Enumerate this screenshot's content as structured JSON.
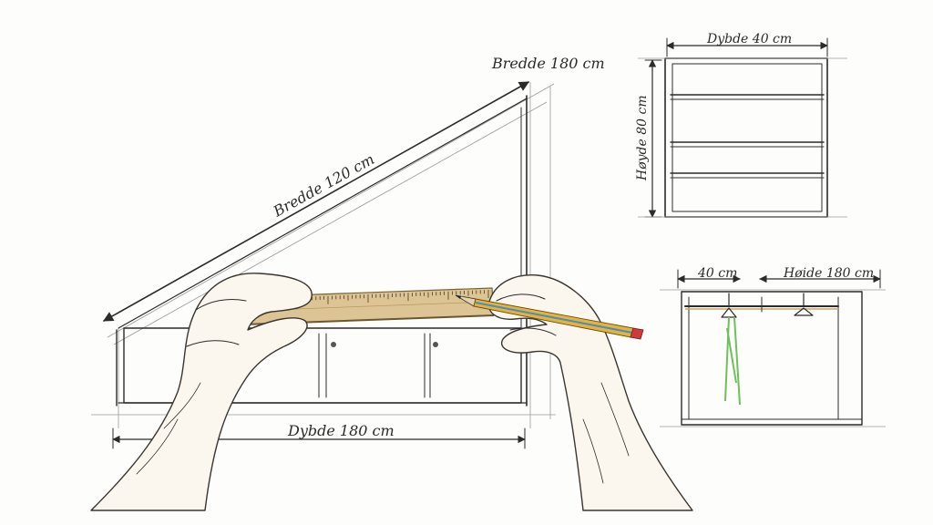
{
  "labels": {
    "top_width": "Bredde 180 cm",
    "slope_width": "Bredde 120 cm",
    "bottom_depth": "Dybde 180 cm",
    "shelf_depth": "Dybde 40 cm",
    "shelf_height": "Høyde 80 cm",
    "wardrobe_depth": "40 cm",
    "wardrobe_height": "Høide 180 cm"
  },
  "colors": {
    "ink": "#2b2b2b",
    "ruler": "#dcc494",
    "pencil_body": "#e8b23a",
    "pencil_tip": "#d23a3a",
    "pencil_stripe": "#3f8fc9",
    "hanger_green": "#6fbf5a",
    "skin": "#fbf6ee"
  }
}
